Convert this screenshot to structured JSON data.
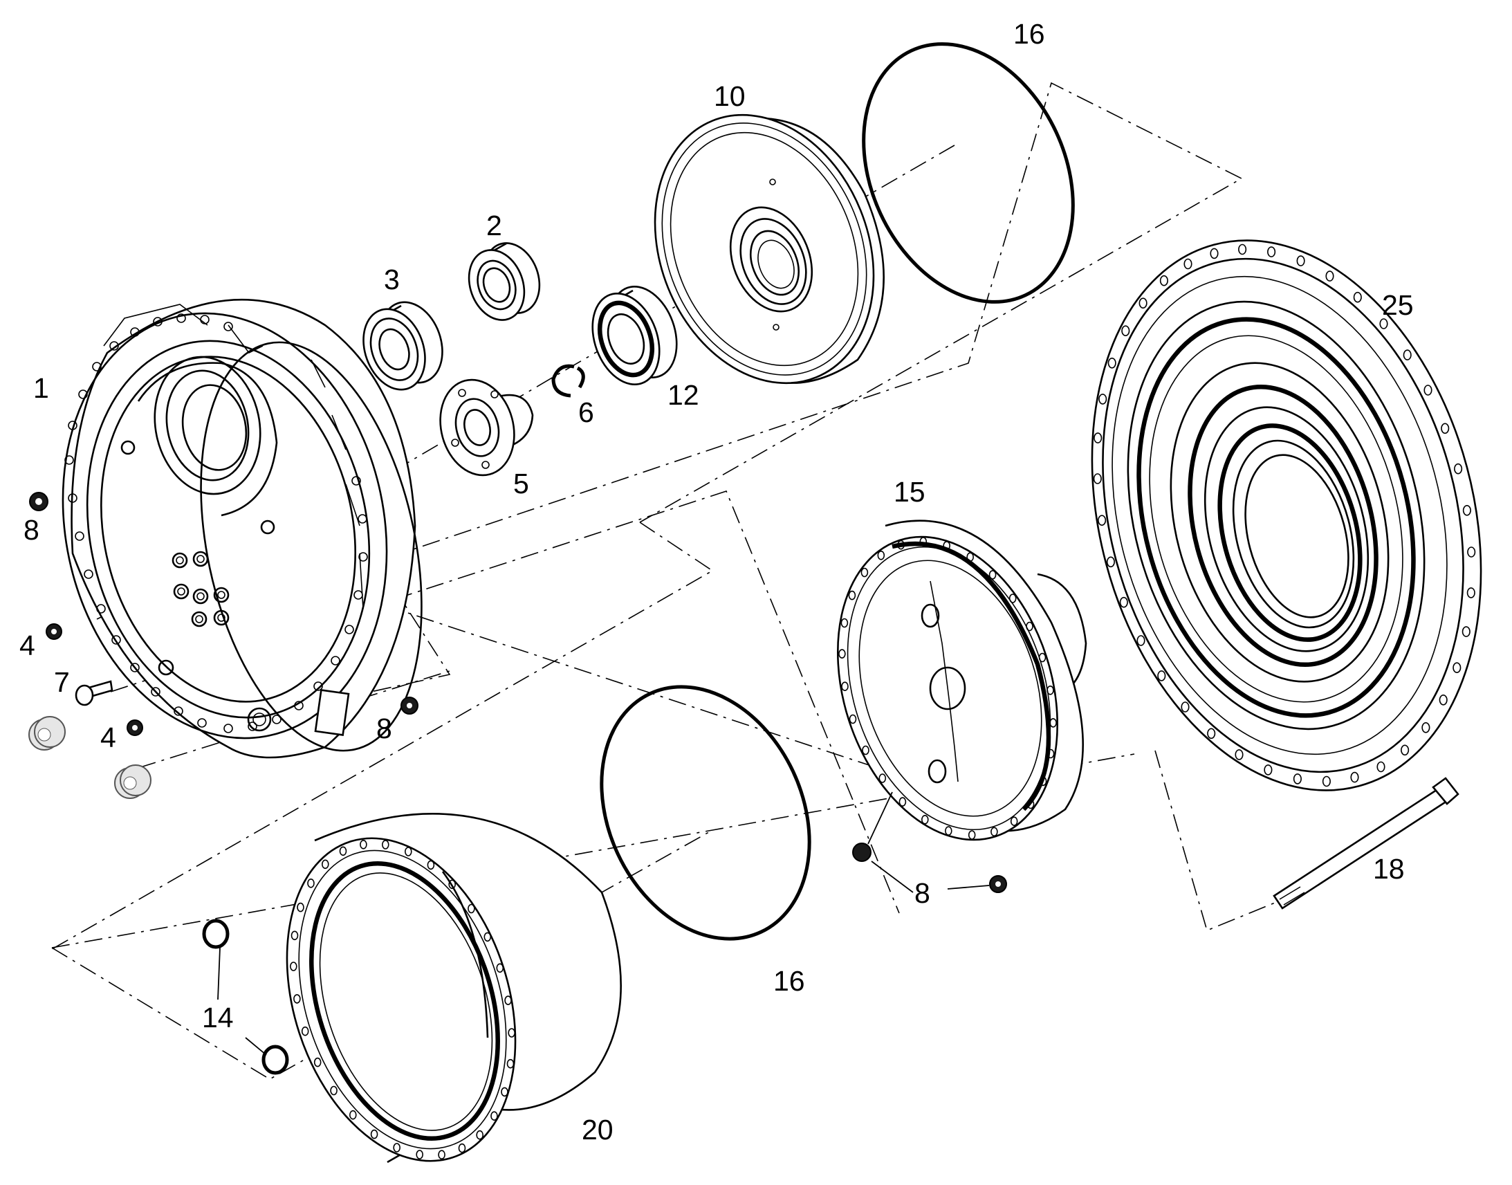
{
  "labels": {
    "l1": "1",
    "l2": "2",
    "l3": "3",
    "l4a": "4",
    "l4b": "4",
    "l5": "5",
    "l6": "6",
    "l7": "7",
    "l8a": "8",
    "l8b": "8",
    "l8c": "8",
    "l10": "10",
    "l12": "12",
    "l14": "14",
    "l15": "15",
    "l16a": "16",
    "l16b": "16",
    "l18": "18",
    "l20": "20",
    "l25": "25"
  }
}
